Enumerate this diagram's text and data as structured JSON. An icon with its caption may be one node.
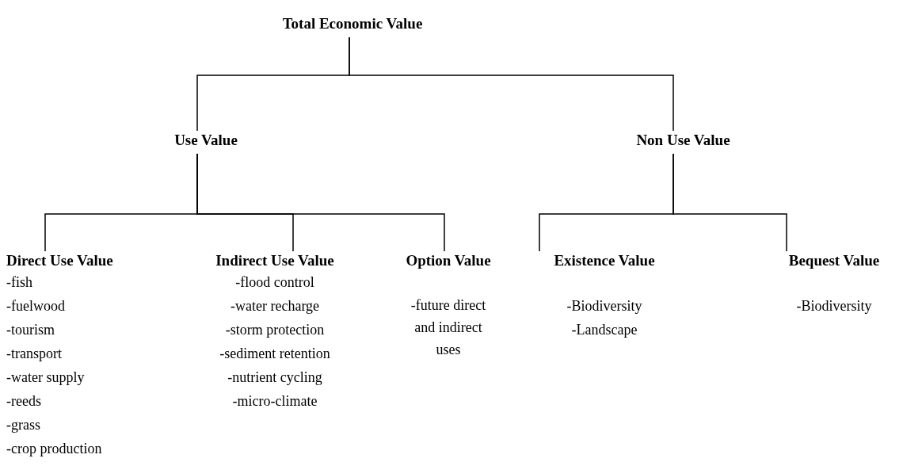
{
  "diagram": {
    "nodes": [
      {
        "text": [
          "Total Economic Value"
        ]
      },
      {
        "text": [
          "Use Value"
        ]
      },
      {
        "text": [
          "Non Use Value"
        ]
      },
      {
        "text": [
          "Direct Use Value",
          "-fish",
          "-fuelwood",
          "-tourism",
          "-transport",
          "-water supply",
          "-reeds",
          "-grass",
          "-crop production"
        ]
      },
      {
        "text": [
          "Indirect Use Value",
          "-flood control",
          "-water recharge",
          "-storm protection",
          "-sediment retention",
          "-nutrient cycling",
          "-micro-climate"
        ]
      },
      {
        "text": [
          "Option Value",
          "-future direct and indirect uses"
        ]
      },
      {
        "text": [
          "Existence Value",
          "-Biodiversity",
          "-Landscape"
        ]
      },
      {
        "text": [
          "Bequest Value",
          "-Biodiversity"
        ]
      }
    ],
    "edges": [
      {
        "from": 0,
        "to": 1,
        "arrow": "none"
      },
      {
        "from": 0,
        "to": 2,
        "arrow": "none"
      },
      {
        "from": 1,
        "to": 3,
        "arrow": "none"
      },
      {
        "from": 1,
        "to": 4,
        "arrow": "none"
      },
      {
        "from": 1,
        "to": 5,
        "arrow": "none"
      },
      {
        "from": 2,
        "to": 6,
        "arrow": "none"
      },
      {
        "from": 2,
        "to": 7,
        "arrow": "none"
      }
    ]
  }
}
